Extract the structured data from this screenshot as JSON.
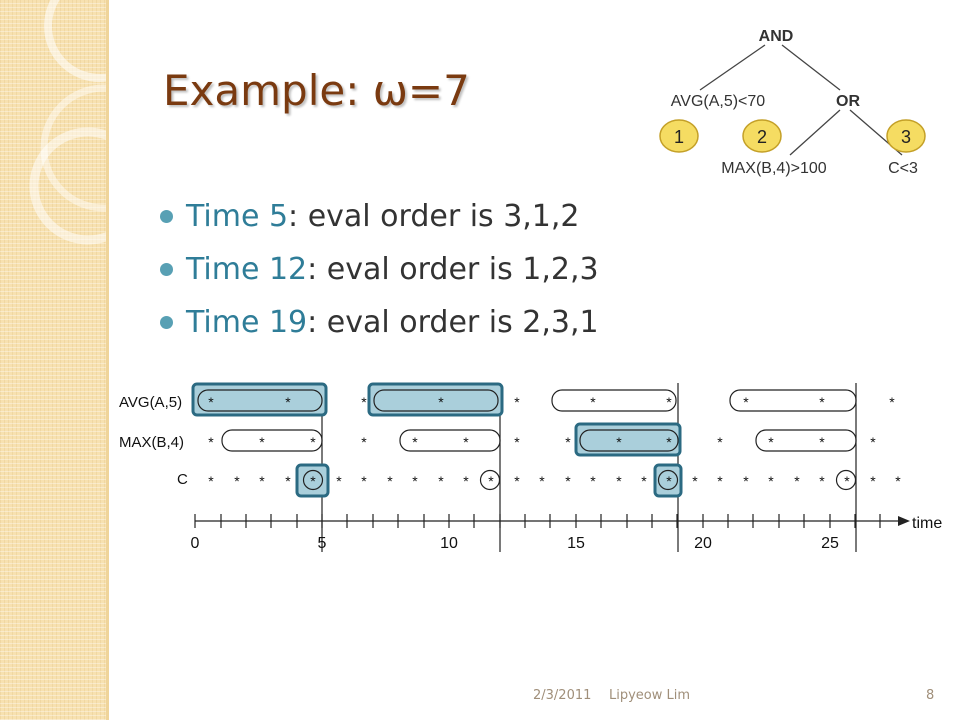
{
  "slide": {
    "title": "Example: ω=7",
    "bullets": [
      {
        "time_label": "Time 5",
        "rest": ": eval order is 3,1,2"
      },
      {
        "time_label": "Time 12",
        "rest": ": eval order is 1,2,3"
      },
      {
        "time_label": "Time 19",
        "rest": ": eval order is 2,3,1"
      }
    ],
    "footer": {
      "date": "2/3/2011",
      "author": "Lipyeow Lim",
      "page": "8"
    }
  },
  "tree": {
    "root": "AND",
    "left_leaf": "AVG(A,5)<70",
    "or_node": "OR",
    "mid_leaf": "MAX(B,4)>100",
    "right_leaf": "C<3",
    "badges": [
      "1",
      "2",
      "3"
    ]
  },
  "timeline": {
    "rows": [
      "AVG(A,5)",
      "MAX(B,4)",
      "C"
    ],
    "axis_label": "time",
    "tick_labels": [
      "0",
      "5",
      "10",
      "15",
      "20",
      "25"
    ],
    "eval_times": [
      5,
      12,
      19,
      26
    ]
  },
  "colors": {
    "title": "#7a3a10",
    "accent": "#2f7d98",
    "bullet": "#58a0b4",
    "highlight_fill": "#aacfdb",
    "highlight_stroke": "#2b6a82"
  }
}
